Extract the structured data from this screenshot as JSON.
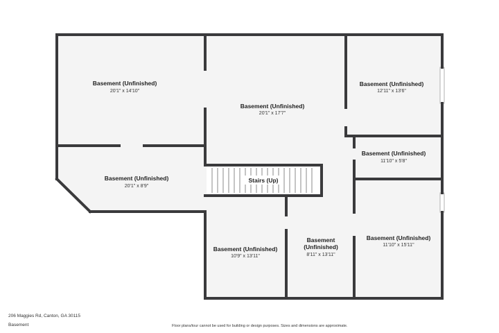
{
  "rooms": [
    {
      "name": "Basement (Unfinished)",
      "dims": "20'1\" x 14'10\""
    },
    {
      "name": "Basement (Unfinished)",
      "dims": "20'1\" x 17'7\""
    },
    {
      "name": "Basement (Unfinished)",
      "dims": "12'11\" x 13'6\""
    },
    {
      "name": "Basement (Unfinished)",
      "dims": "11'10\" x 5'8\""
    },
    {
      "name": "Basement (Unfinished)",
      "dims": "20'1\" x 8'9\""
    },
    {
      "name": "Stairs (Up)",
      "dims": ""
    },
    {
      "name": "Basement (Unfinished)",
      "dims": "10'9\" x 13'11\""
    },
    {
      "name": "Basement",
      "name2": "(Unfinished)",
      "dims": "8'11\" x 13'11\""
    },
    {
      "name": "Basement (Unfinished)",
      "dims": "11'10\" x 15'11\""
    }
  ],
  "footer": {
    "address": "206 Maggies Rd, Canton, GA 30115",
    "level": "Basement",
    "disclaimer": "Floor plans/tour cannot be used for building or design purposes. Sizes and dimensions are approximate."
  }
}
